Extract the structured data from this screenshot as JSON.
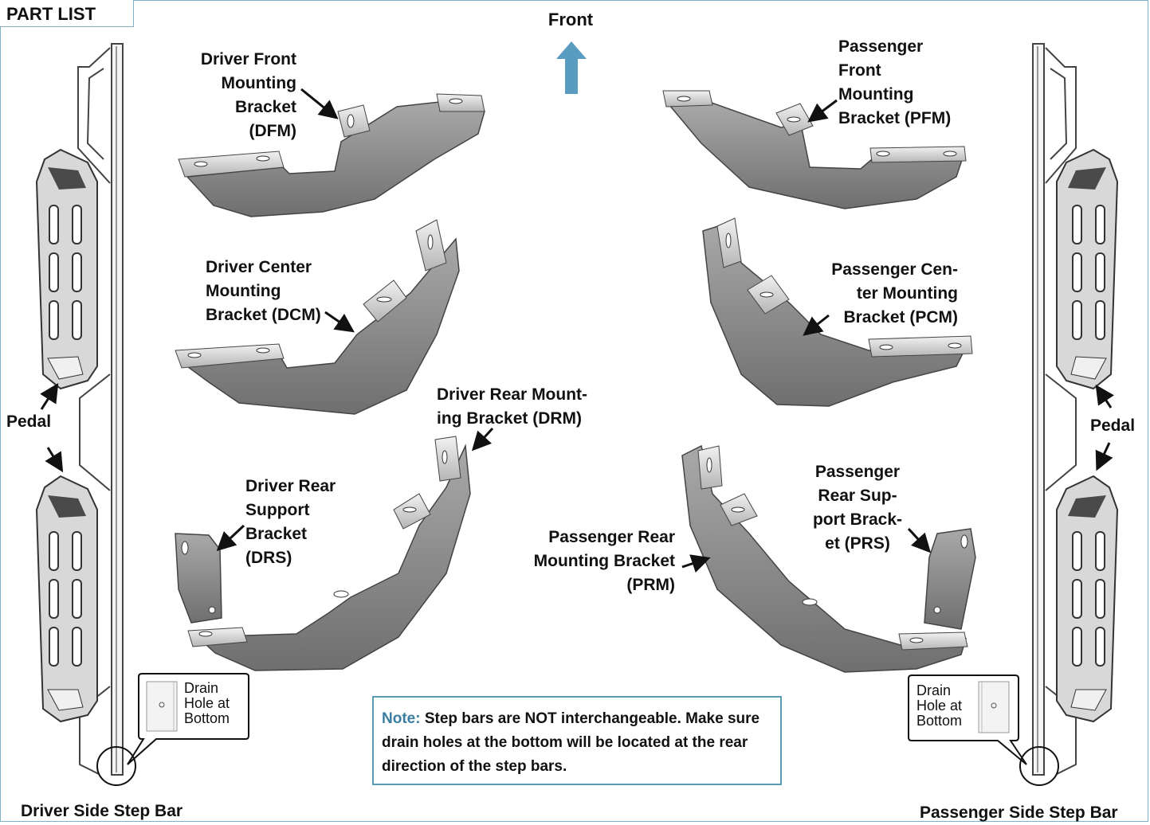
{
  "header": {
    "tab_label": "PART LIST"
  },
  "direction": {
    "label": "Front",
    "arrow_color": "#5a9cc0"
  },
  "labels": {
    "dfm": "Driver Front\nMounting\nBracket\n(DFM)",
    "dcm": "Driver Center\nMounting\nBracket (DCM)",
    "drm": "Driver Rear Mount-\ning Bracket (DRM)",
    "drs": "Driver Rear\nSupport\nBracket\n(DRS)",
    "pfm": "Passenger\nFront\n Mounting\nBracket (PFM)",
    "pcm": "Passenger Cen-\nter Mounting\nBracket (PCM)",
    "prm": "Passenger Rear\nMounting Bracket\n(PRM)",
    "prs": "Passenger\nRear Sup-\nport Brack-\net (PRS)",
    "pedal_left": "Pedal",
    "pedal_right": "Pedal",
    "drain_left": "Drain\nHole at\nBottom",
    "drain_right": "Drain\nHole at\nBottom",
    "driver_bar": "Driver Side Step Bar",
    "passenger_bar": "Passenger Side Step Bar"
  },
  "note": {
    "label": "Note:",
    "text": " Step bars are NOT interchangeable. Make sure drain holes at the bottom will be located at the rear direction of the step bars."
  },
  "colors": {
    "border": "#7fb0c4",
    "bracket": "#8a8a8a",
    "note_border": "#5a9ab4"
  }
}
